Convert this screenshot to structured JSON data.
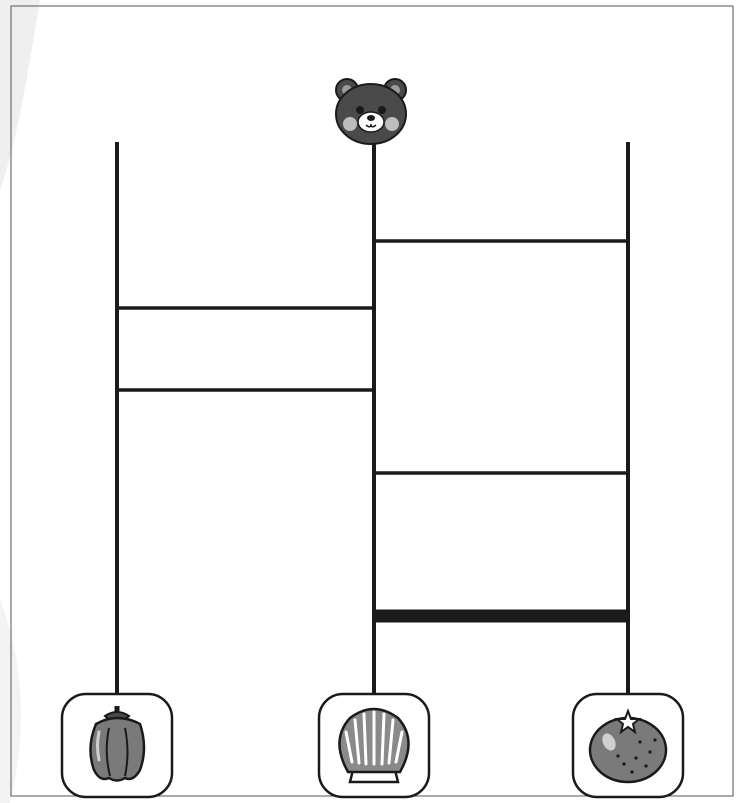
{
  "diagram": {
    "type": "ladder-lottery (amidakuji)",
    "start_character": "bear-face",
    "vertical_lines": [
      "left",
      "center",
      "right"
    ],
    "rungs": [
      {
        "between": [
          "center",
          "right"
        ],
        "order": 1,
        "style": "thin"
      },
      {
        "between": [
          "left",
          "center"
        ],
        "order": 2,
        "style": "thin"
      },
      {
        "between": [
          "left",
          "center"
        ],
        "order": 3,
        "style": "thin"
      },
      {
        "between": [
          "center",
          "right"
        ],
        "order": 4,
        "style": "thin"
      },
      {
        "between": [
          "center",
          "right"
        ],
        "order": 5,
        "style": "thick"
      }
    ],
    "endpoints": [
      {
        "line": "left",
        "icon": "bell-pepper"
      },
      {
        "line": "center",
        "icon": "scallop-shell"
      },
      {
        "line": "right",
        "icon": "mandarin-orange"
      }
    ]
  },
  "colors": {
    "line": "#1a1a1a",
    "icon_gray": "#7a7a7a",
    "icon_dark": "#4a4a4a",
    "cheek": "#bdbdbd",
    "background": "#ffffff"
  }
}
